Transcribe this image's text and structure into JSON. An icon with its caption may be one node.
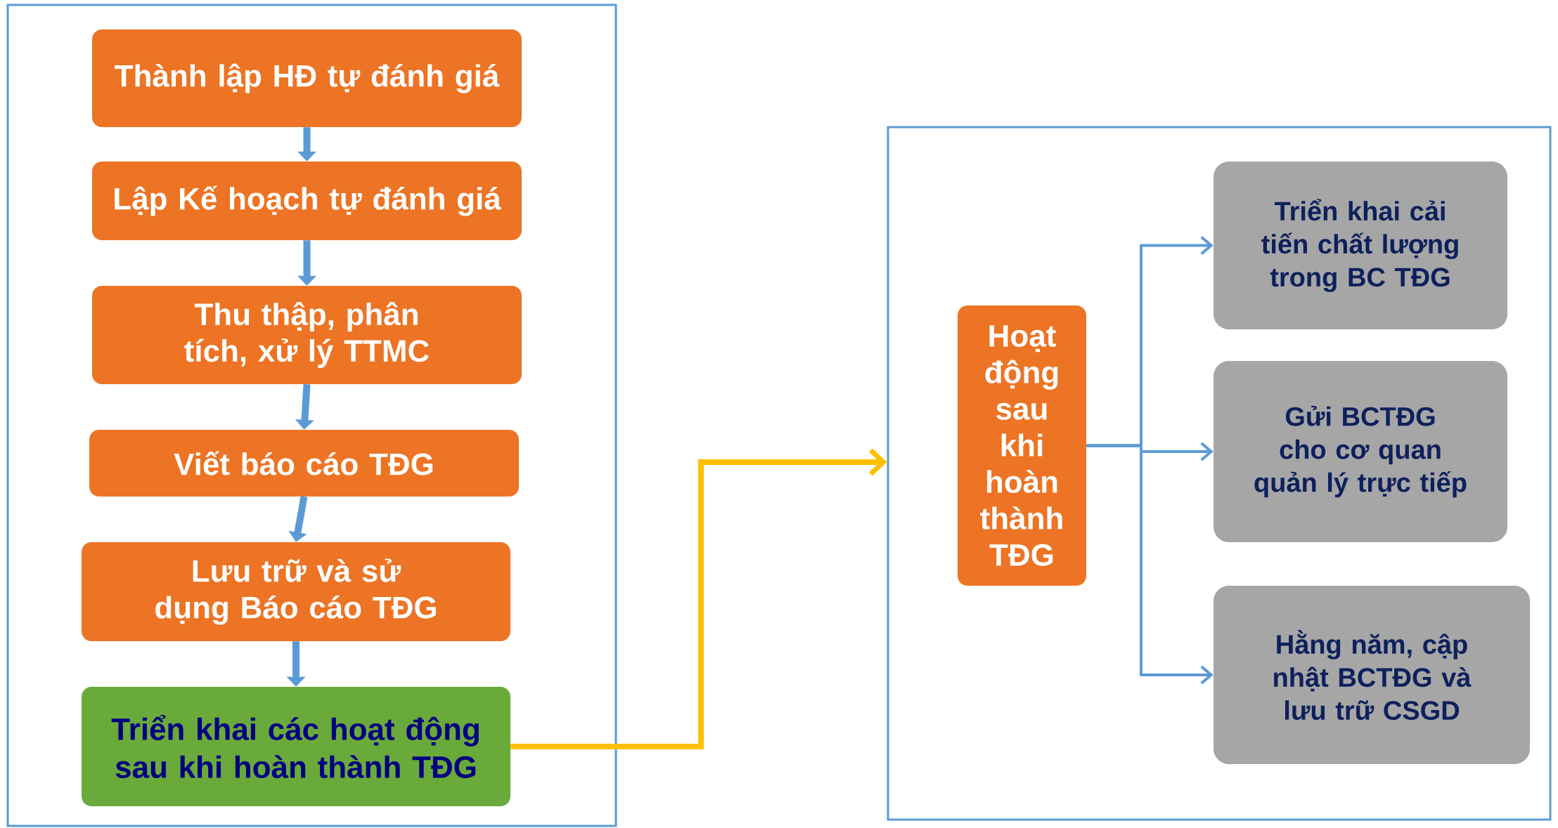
{
  "diagram": {
    "nodes": [
      {
        "text": [],
        "shape": "box"
      },
      {
        "text": [
          "Thành lập HĐ tự đánh giá"
        ],
        "in": 0
      },
      {
        "text": [
          "Lập Kế hoạch tự đánh giá"
        ],
        "in": 0
      },
      {
        "text": [
          "Thu thập, phân tích, xử lý TTMC"
        ],
        "in": 0
      },
      {
        "text": [
          "Viết báo cáo TĐG"
        ],
        "in": 0
      },
      {
        "text": [
          "Lưu trữ và sử dụng Báo cáo TĐG"
        ],
        "in": 0
      },
      {
        "text": [
          "Triển khai các hoạt động sau khi hoàn thành TĐG"
        ],
        "in": 0
      },
      {
        "text": [],
        "shape": "box"
      },
      {
        "text": [
          "Hoạt động sau khi hoàn thành TĐG"
        ],
        "in": 7
      },
      {
        "text": [
          "Triển khai cải tiến chất lượng trong BC TĐG"
        ],
        "in": 7
      },
      {
        "text": [
          "Gửi BCTĐG cho cơ quan quản lý trực tiếp"
        ],
        "in": 7
      },
      {
        "text": [
          "Hằng năm, cập nhật BCTĐG  và lưu trữ CSGD"
        ],
        "in": 7
      }
    ],
    "edges": [
      {
        "from": 1,
        "to": 2,
        "arrow": "to"
      },
      {
        "from": 2,
        "to": 3,
        "arrow": "to"
      },
      {
        "from": 3,
        "to": 4,
        "arrow": "to"
      },
      {
        "from": 4,
        "to": 5,
        "arrow": "to"
      },
      {
        "from": 5,
        "to": 6,
        "arrow": "to"
      },
      {
        "from": 6,
        "to": 7,
        "arrow": "to",
        "color": "#ffc000"
      },
      {
        "from": 8,
        "to": 9,
        "arrow": "to"
      },
      {
        "from": 8,
        "to": 10,
        "arrow": "to"
      },
      {
        "from": 8,
        "to": 11,
        "arrow": "to"
      }
    ]
  }
}
